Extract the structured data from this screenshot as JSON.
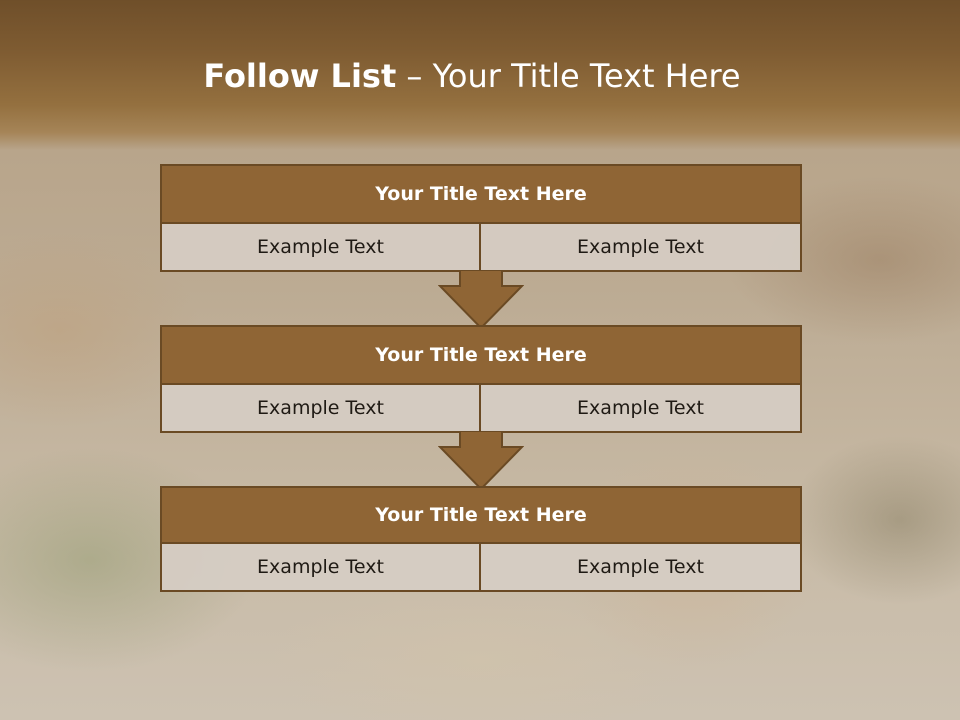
{
  "slide": {
    "title_bold": "Follow List",
    "title_rest": " – Your Title Text Here"
  },
  "blocks": [
    {
      "title": "Your Title Text Here",
      "left": "Example Text",
      "right": "Example Text"
    },
    {
      "title": "Your Title Text Here",
      "left": "Example Text",
      "right": "Example Text"
    },
    {
      "title": "Your Title Text Here",
      "left": "Example Text",
      "right": "Example Text"
    }
  ],
  "colors": {
    "header": "#7f5c32",
    "block_title_fill": "#8f6535",
    "block_border": "#6a4a24",
    "cell_fill": "#d6cdc4",
    "arrow_fill": "#8f6535"
  },
  "icons": {
    "connector": "down-arrow-icon"
  }
}
